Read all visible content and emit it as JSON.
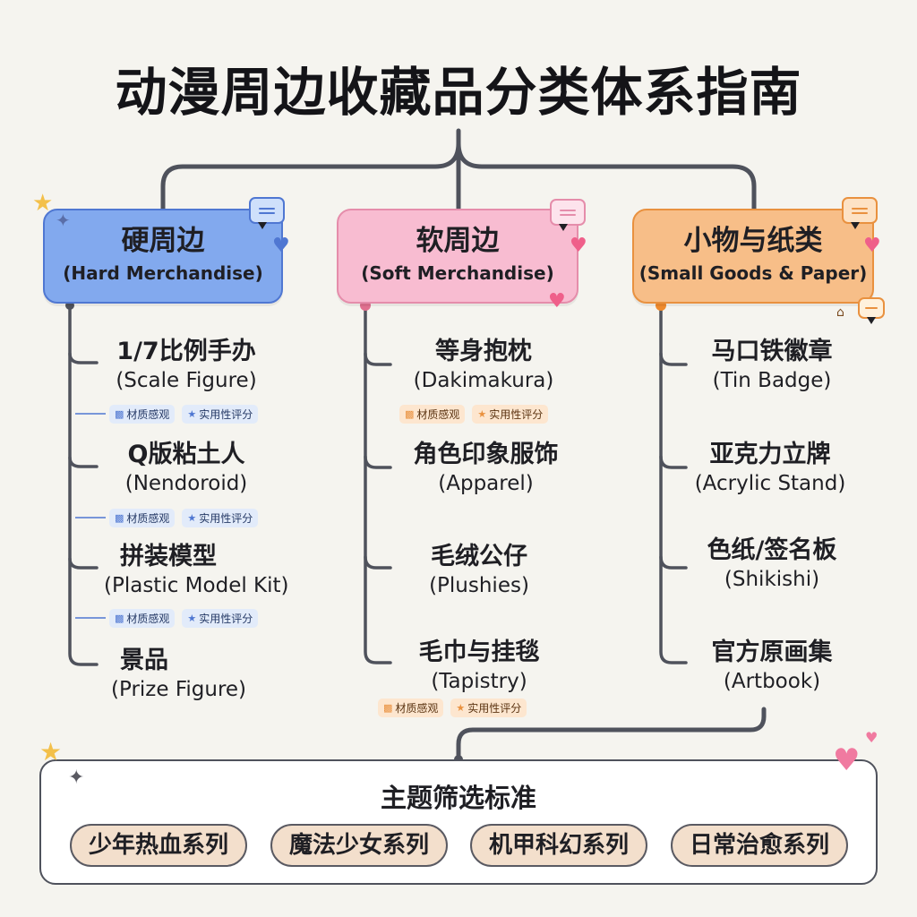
{
  "title": "动漫周边收藏品分类体系指南",
  "categories": [
    {
      "zh": "硬周边",
      "en": "(Hard Merchandise)",
      "items": [
        {
          "zh": "1/7比例手办",
          "en": "(Scale Figure)"
        },
        {
          "zh": "Q版粘土人",
          "en": "(Nendoroid)"
        },
        {
          "zh": "拼装模型",
          "en": "(Plastic Model Kit)"
        },
        {
          "zh": "景品",
          "en": "(Prize Figure)"
        }
      ]
    },
    {
      "zh": "软周边",
      "en": "(Soft Merchandise)",
      "items": [
        {
          "zh": "等身抱枕",
          "en": "(Dakimakura)"
        },
        {
          "zh": "角色印象服饰",
          "en": "(Apparel)"
        },
        {
          "zh": "毛绒公仔",
          "en": "(Plushies)"
        },
        {
          "zh": "毛巾与挂毯",
          "en": "(Tapistry)"
        }
      ]
    },
    {
      "zh": "小物与纸类",
      "en": "(Small Goods & Paper)",
      "items": [
        {
          "zh": "马口铁徽章",
          "en": "(Tin Badge)"
        },
        {
          "zh": "亚克力立牌",
          "en": "(Acrylic Stand)"
        },
        {
          "zh": "色纸/签名板",
          "en": "(Shikishi)"
        },
        {
          "zh": "官方原画集",
          "en": "(Artbook)"
        }
      ]
    }
  ],
  "tags": {
    "material": "材质感观",
    "practical": "实用性评分"
  },
  "themes": {
    "title": "主题筛选标准",
    "items": [
      "少年热血系列",
      "魔法少女系列",
      "机甲科幻系列",
      "日常治愈系列"
    ]
  },
  "colors": {
    "hard": "#82a9ee",
    "soft": "#f8bcd1",
    "small": "#f7be88",
    "line": "#4f525c",
    "tag_blue": "#e2ebfa",
    "tag_orange": "#fde6cf"
  },
  "icons": {
    "tag_material": "fabric-icon",
    "tag_practical": "rating-icon",
    "decor": [
      "star-icon",
      "sparkle-icon",
      "heart-icon",
      "chat-bubble-icon",
      "house-icon"
    ]
  }
}
